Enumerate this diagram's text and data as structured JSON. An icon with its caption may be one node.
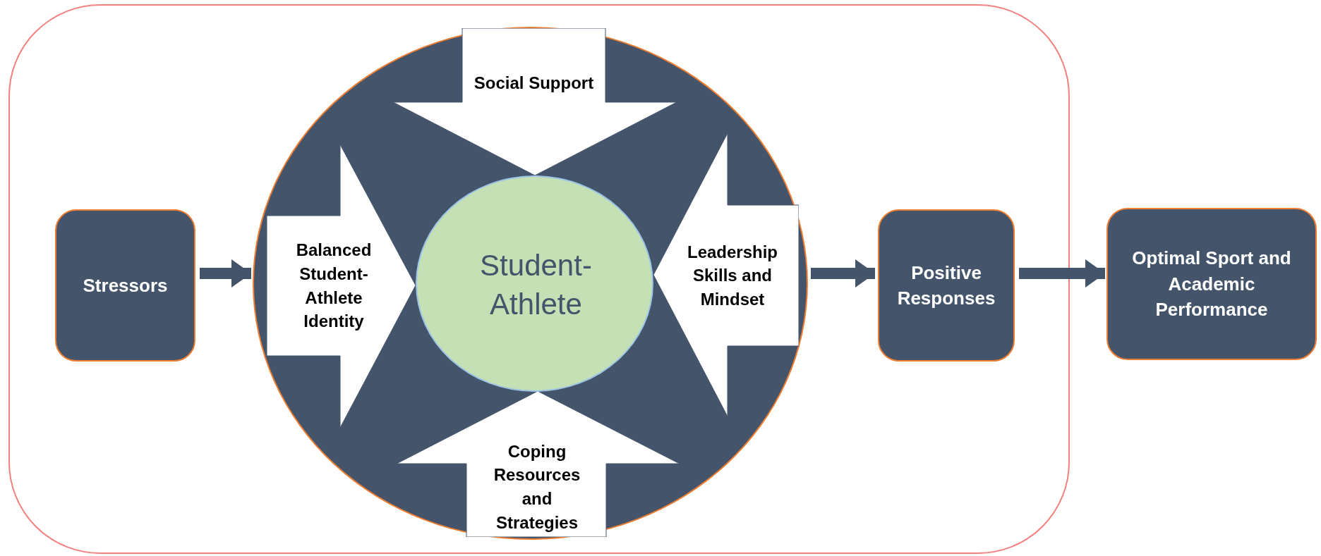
{
  "diagram": {
    "nodes": [
      {
        "text": [],
        "shape": "box"
      },
      {
        "text": [
          "Stressors"
        ],
        "in": 0
      },
      {
        "text": [],
        "shape": "circle",
        "in": 0
      },
      {
        "text": [
          "Student-Athlete"
        ],
        "in": 2
      },
      {
        "text": [
          "Social Support"
        ],
        "in": 2
      },
      {
        "text": [
          "Balanced Student-Athlete Identity"
        ],
        "in": 2
      },
      {
        "text": [
          "Leadership Skills and Mindset"
        ],
        "in": 2
      },
      {
        "text": [
          "Coping Resources and Strategies"
        ],
        "in": 2
      },
      {
        "text": [
          "Positive Responses"
        ],
        "in": 0
      },
      {
        "text": [
          "Optimal Sport and Academic Performance"
        ]
      }
    ],
    "edges": [
      {
        "from": 1,
        "to": 2,
        "arrow": "to"
      },
      {
        "from": 2,
        "to": 8,
        "arrow": "to"
      },
      {
        "from": 8,
        "to": 9,
        "arrow": "to"
      }
    ]
  }
}
